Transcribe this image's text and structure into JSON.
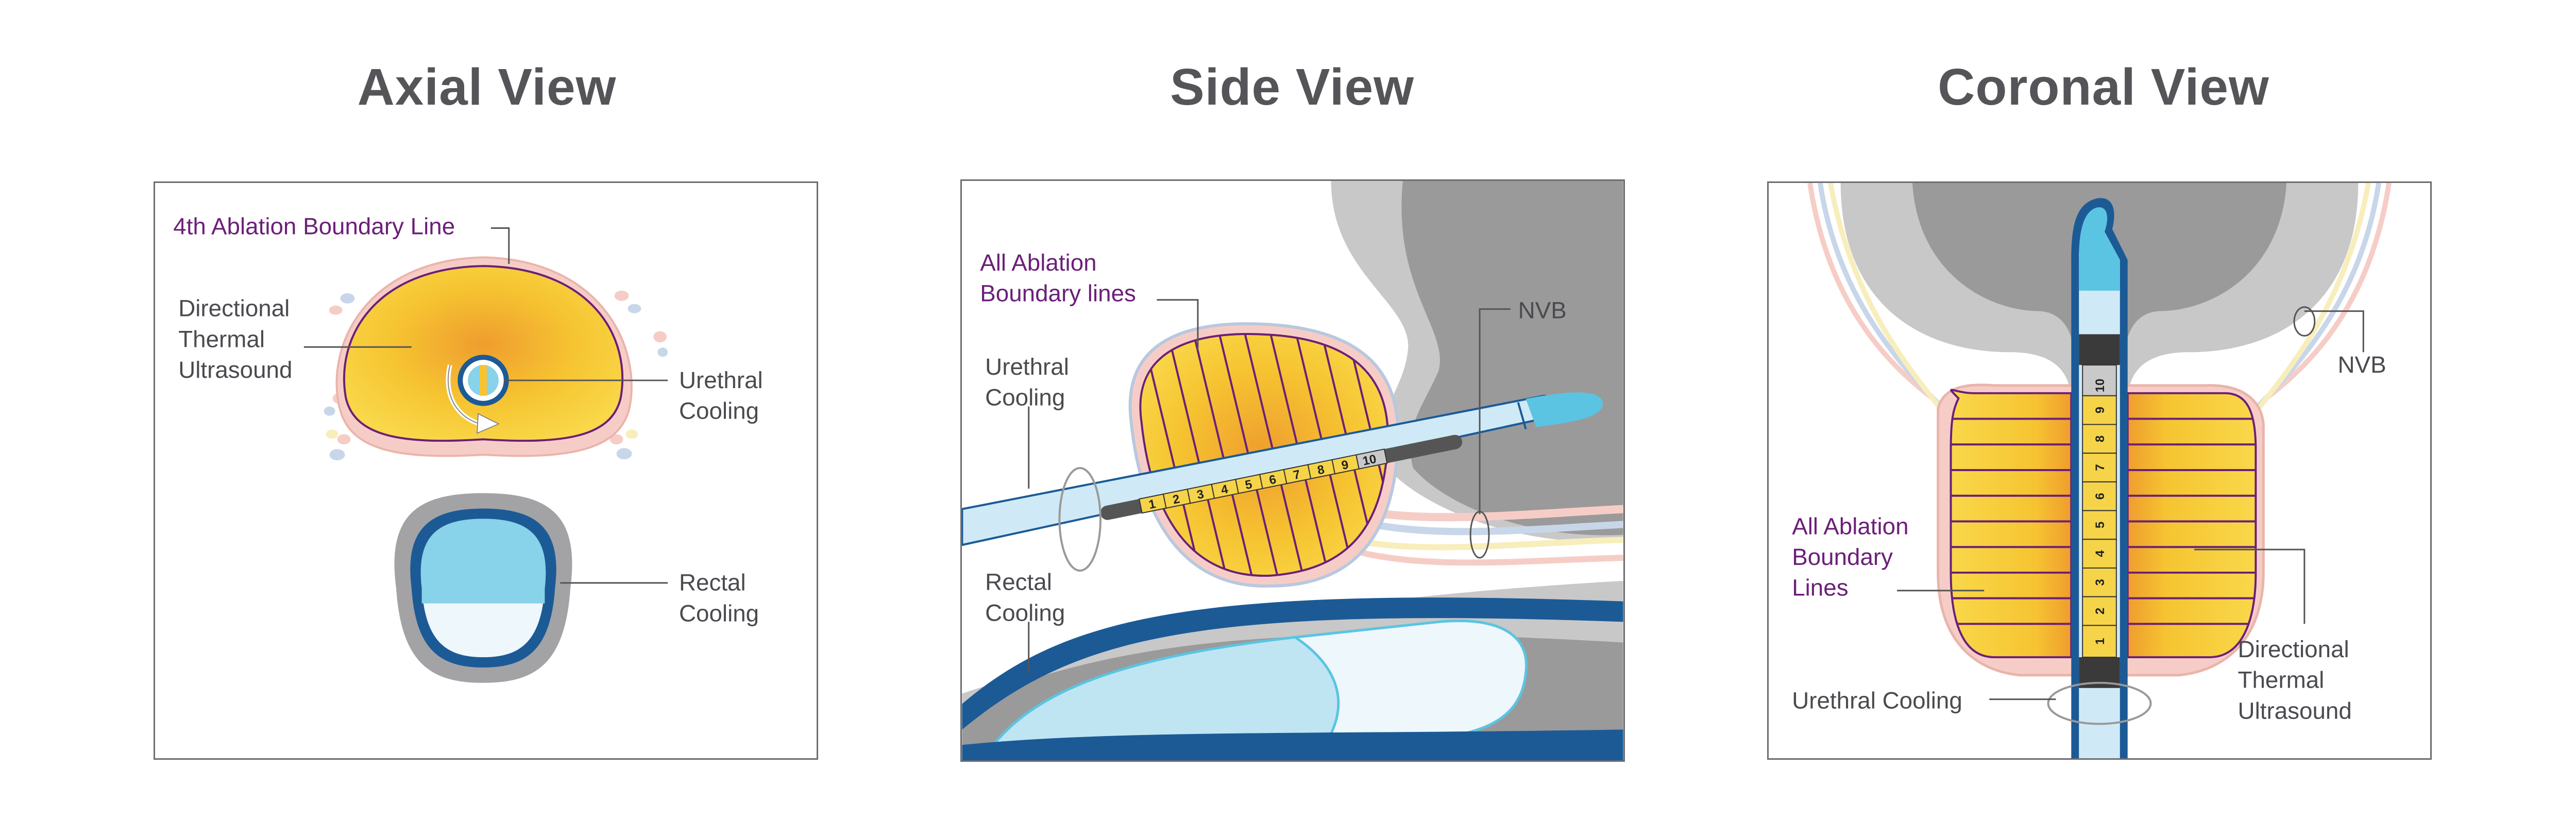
{
  "colors": {
    "purple_label": "#6b2078",
    "ablation_yellow": "#f6c431",
    "ablation_orange": "#ef9d2e",
    "cooling_blue": "#88d2ea",
    "dark_blue": "#1c5a96",
    "tissue_gray": "#9a9a9a",
    "tissue_pink": "#f6cdc6"
  },
  "panels": [
    {
      "title": "Axial View",
      "labels": {
        "boundary": "4th Ablation Boundary Line",
        "dtu_1": "Directional",
        "dtu_2": "Thermal",
        "dtu_3": "Ultrasound",
        "uc_1": "Urethral",
        "uc_2": "Cooling",
        "rc_1": "Rectal",
        "rc_2": "Cooling"
      }
    },
    {
      "title": "Side View",
      "labels": {
        "aab_1": "All Ablation",
        "aab_2": "Boundary lines",
        "uc_1": "Urethral",
        "uc_2": "Cooling",
        "rc_1": "Rectal",
        "rc_2": "Cooling",
        "nvb": "NVB"
      },
      "segments": [
        "1",
        "2",
        "3",
        "4",
        "5",
        "6",
        "7",
        "8",
        "9",
        "10"
      ]
    },
    {
      "title": "Coronal View",
      "labels": {
        "aab_1": "All Ablation",
        "aab_2": "Boundary",
        "aab_3": "Lines",
        "uc": "Urethral Cooling",
        "dtu_1": "Directional",
        "dtu_2": "Thermal",
        "dtu_3": "Ultrasound",
        "nvb": "NVB"
      },
      "segments": [
        "1",
        "2",
        "3",
        "4",
        "5",
        "6",
        "7",
        "8",
        "9",
        "10"
      ]
    }
  ]
}
